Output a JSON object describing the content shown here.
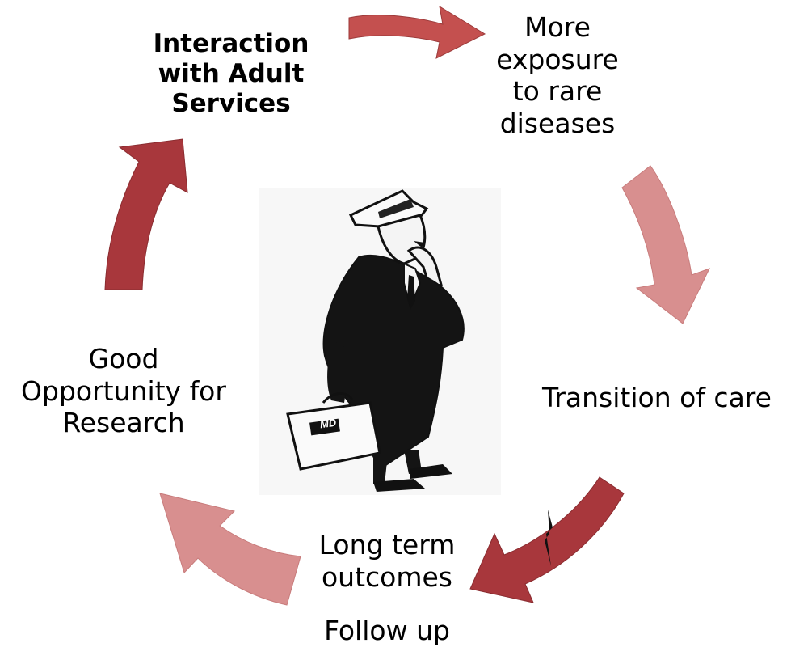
{
  "cycle": {
    "nodes": [
      {
        "id": "interaction",
        "lines": [
          "Interaction",
          "with Adult",
          "Services"
        ],
        "bold": true
      },
      {
        "id": "exposure",
        "lines": [
          "More",
          "exposure",
          "to rare",
          "diseases"
        ],
        "bold": false
      },
      {
        "id": "transition",
        "lines": [
          "Transition of care"
        ],
        "bold": false
      },
      {
        "id": "longterm",
        "lines": [
          "Long term",
          "outcomes"
        ],
        "bold": false
      },
      {
        "id": "followup",
        "lines": [
          "Follow up"
        ],
        "bold": false
      },
      {
        "id": "research",
        "lines": [
          "Good",
          "Opportunity for",
          "Research"
        ],
        "bold": false
      }
    ],
    "badge": "MD"
  },
  "colors": {
    "arrow_dark": "#a8373c",
    "arrow_mid": "#c4504f",
    "arrow_light": "#d88f8f",
    "ink": "#111111"
  },
  "icons": [
    "cycle-arrow",
    "doctor-illustration",
    "medical-bag-icon"
  ]
}
